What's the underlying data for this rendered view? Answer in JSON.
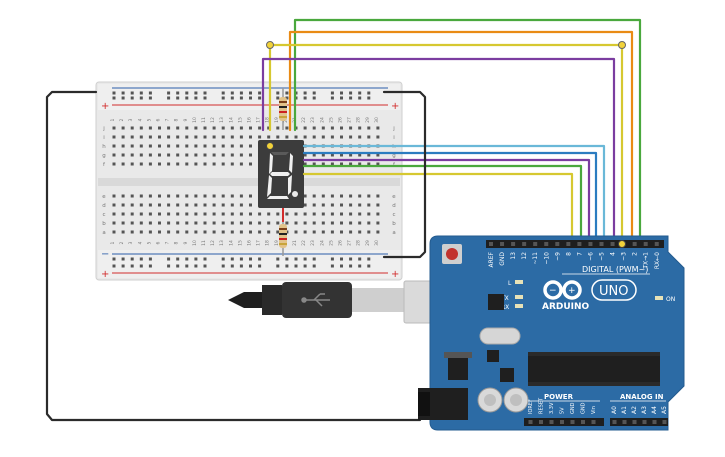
{
  "breadboard": {
    "row_letters_top": [
      "j",
      "i",
      "h",
      "g",
      "f"
    ],
    "row_letters_bottom": [
      "e",
      "d",
      "c",
      "b",
      "a"
    ],
    "column_numbers": [
      "1",
      "2",
      "3",
      "4",
      "5",
      "6",
      "7",
      "8",
      "9",
      "10",
      "11",
      "12",
      "13",
      "14",
      "15",
      "16",
      "17",
      "18",
      "19",
      "20",
      "21",
      "22",
      "23",
      "24",
      "25",
      "26",
      "27",
      "28",
      "29",
      "30"
    ],
    "rail_plus": "+",
    "rail_minus": "−"
  },
  "display": {
    "digit_segments_on": [
      "b",
      "c",
      "d",
      "e",
      "f",
      "g"
    ]
  },
  "arduino": {
    "brand": "ARDUINO",
    "model": "UNO",
    "digital_header_label": "DIGITAL (PWM~)",
    "digital_pins": [
      "AREF",
      "GND",
      "13",
      "12",
      "~11",
      "~10",
      "~9",
      "8",
      "7",
      "~6",
      "~5",
      "4",
      "~3",
      "2",
      "TX→1",
      "RX←0"
    ],
    "power_label": "POWER",
    "power_pins": [
      "IOREF",
      "RESET",
      "3.3V",
      "5V",
      "GND",
      "GND",
      "Vin"
    ],
    "analog_label": "ANALOG IN",
    "analog_pins": [
      "A0",
      "A1",
      "A2",
      "A3",
      "A4",
      "A5"
    ],
    "led_l": "L",
    "led_tx": "TX",
    "led_rx": "RX",
    "led_on": "ON"
  },
  "colors": {
    "board_blue": "#2c6ba5",
    "breadboard_body": "#e9e9e9",
    "rail_red": "#d22c2c",
    "rail_blue": "#2b5ea8",
    "wire_green": "#4aa83d",
    "wire_orange": "#e98b14",
    "wire_yellow": "#d6c830",
    "wire_purple": "#7b3da0",
    "wire_cyan": "#6ab8d8",
    "wire_blue": "#2b7cc0",
    "wire_black": "#2b2b2b"
  }
}
